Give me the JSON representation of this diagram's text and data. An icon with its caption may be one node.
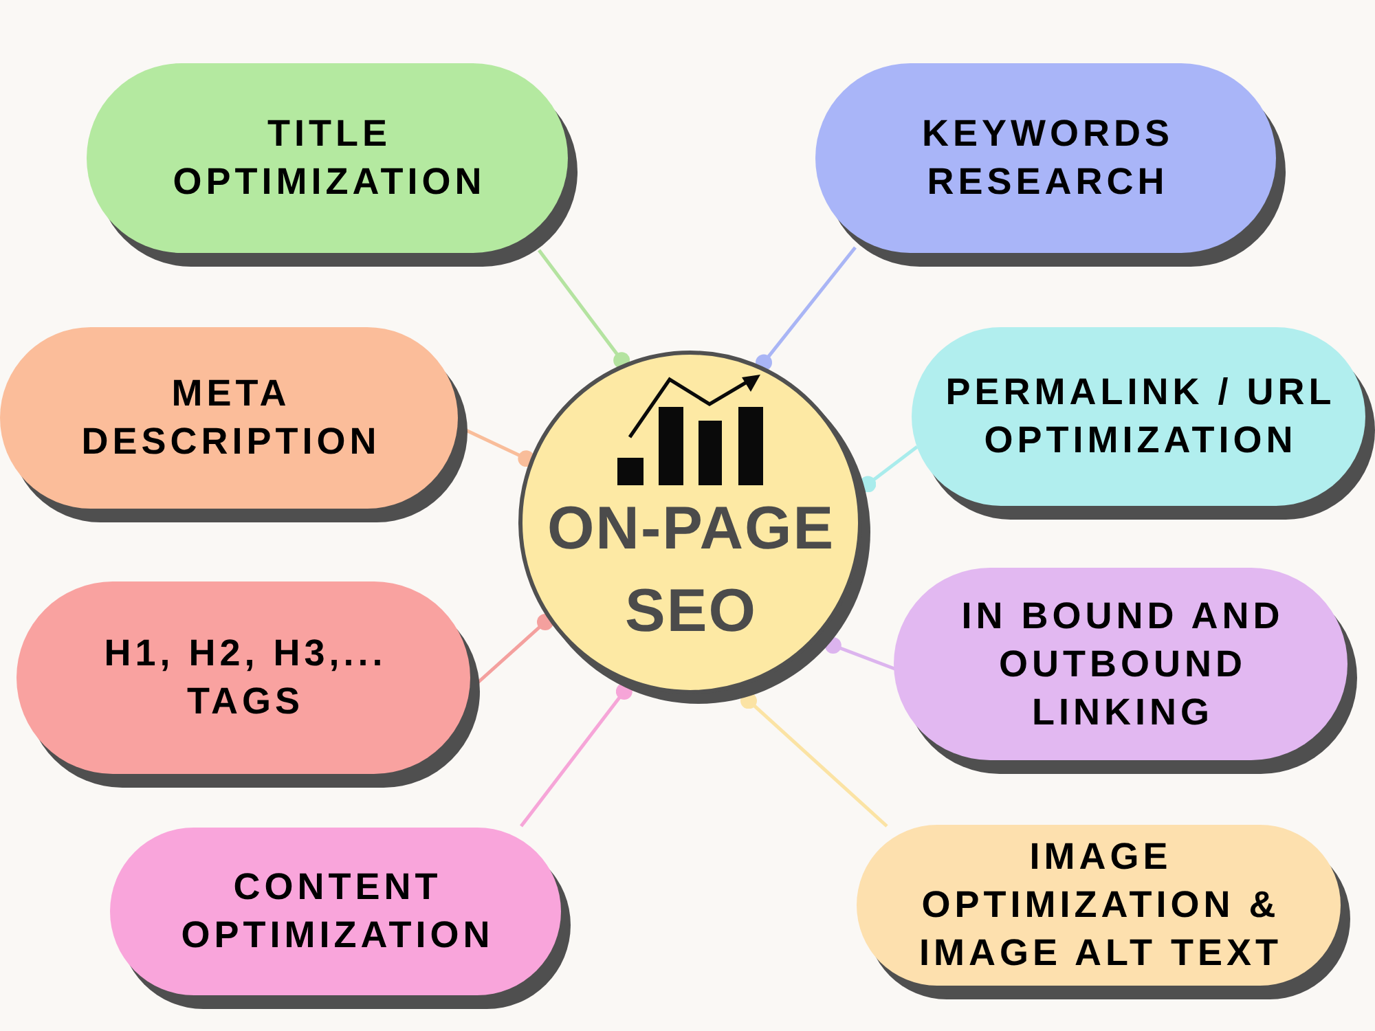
{
  "diagram": {
    "nodes": [
      {
        "text": [
          "TITLE OPTIMIZATION"
        ]
      },
      {
        "text": [
          "KEYWORDS RESEARCH"
        ]
      },
      {
        "text": [
          "META DESCRIPTION"
        ]
      },
      {
        "text": [
          "PERMALINK / URL OPTIMIZATION"
        ]
      },
      {
        "text": [
          "ON-PAGE SEO"
        ]
      },
      {
        "text": [
          "H1, H2, H3,... TAGS"
        ]
      },
      {
        "text": [
          "IN BOUND AND OUTBOUND LINKING"
        ]
      },
      {
        "text": [
          "CONTENT OPTIMIZATION"
        ]
      },
      {
        "text": [
          "IMAGE OPTIMIZATION & IMAGE ALT TEXT"
        ]
      }
    ],
    "edges": [
      {
        "from": 0,
        "to": 4,
        "arrow": "other",
        "color": "#b4e3a0"
      },
      {
        "from": 1,
        "to": 4,
        "arrow": "other",
        "color": "#a9b5f5"
      },
      {
        "from": 2,
        "to": 4,
        "arrow": "other",
        "color": "#f9bd9a"
      },
      {
        "from": 3,
        "to": 4,
        "arrow": "other",
        "color": "#a9ecec"
      },
      {
        "from": 5,
        "to": 4,
        "arrow": "other",
        "color": "#f4a09e"
      },
      {
        "from": 6,
        "to": 4,
        "arrow": "other",
        "color": "#dcb4ee"
      },
      {
        "from": 7,
        "to": 4,
        "arrow": "other",
        "color": "#f6a5d8"
      },
      {
        "from": 8,
        "to": 4,
        "arrow": "other",
        "color": "#fbe3a4"
      }
    ]
  }
}
